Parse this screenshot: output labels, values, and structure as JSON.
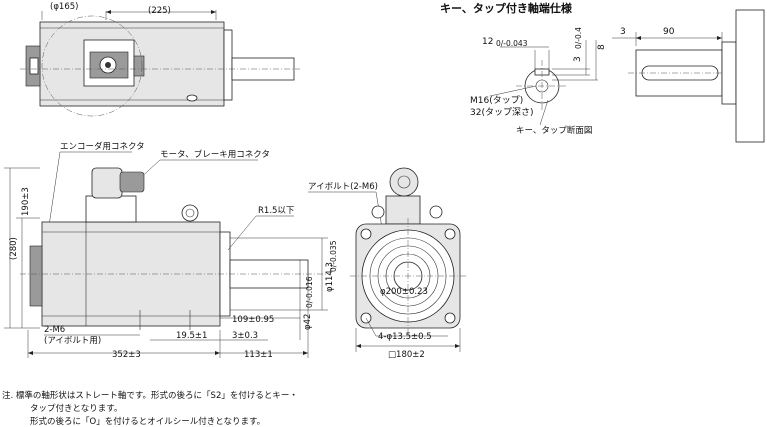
{
  "title": "キー、タップ付き軸端仕様",
  "top_view": {
    "dim_phi165": "(φ165)",
    "dim_225": "(225)"
  },
  "shaft_end": {
    "dim_3": "3",
    "dim_90": "90",
    "key_width": "12",
    "key_width_tol": "0/-0.043",
    "key_depth": "3",
    "key_depth_tol": "0/-0.4",
    "key_height": "8",
    "tap_size": "M16(タップ)",
    "tap_depth": "32(タップ深さ)",
    "section_caption": "キー、タップ断面図"
  },
  "side_view": {
    "encoder_connector": "エンコーダ用コネクタ",
    "motor_brake_connector": "モータ、ブレーキ用コネクタ",
    "radius_label": "R1.5以下",
    "dim_280": "(280)",
    "dim_190": "190±3",
    "dim_114": "φ114.3",
    "dim_114_tol": "0/-0.035",
    "dim_42": "φ42",
    "dim_42_tol": "0/-0.016",
    "dim_109": "109±0.95",
    "dim_19_5": "19.5±1",
    "dim_3_0_3": "3±0.3",
    "eyebolt_label_1": "2-M6",
    "eyebolt_label_2": "(アイボルト用)",
    "dim_352": "352±3",
    "dim_113": "113±1"
  },
  "front_view": {
    "eyebolt_label": "アイボルト(2-M6)",
    "dim_200": "φ200±0.23",
    "dim_holes": "4-φ13.5±0.5",
    "dim_180": "□180±2"
  },
  "notes": {
    "line1": "注. 標準の軸形状はストレート軸です。形式の後ろに「S2」を付けるとキー・",
    "line2": "タップ付きとなります。",
    "line3": "形式の後ろに「O」を付けるとオイルシール付きとなります。"
  }
}
